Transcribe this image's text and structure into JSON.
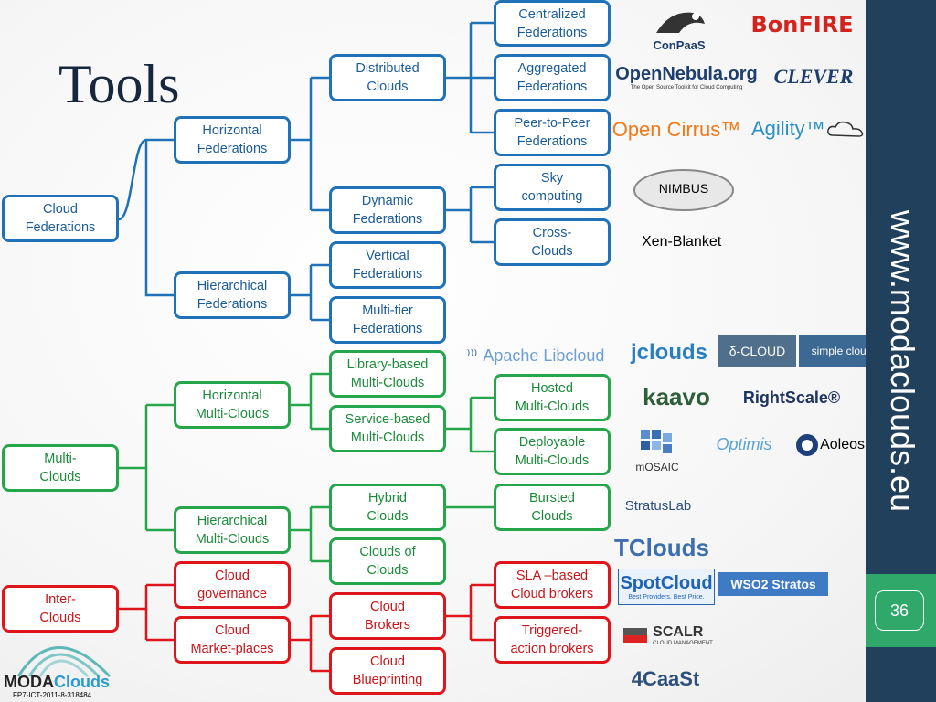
{
  "title": "Tools",
  "sidebar_url": "www.modaclouds.eu",
  "page_number": "36",
  "footer_project": "FP7-ICT-2011-8-318484",
  "footer_logo": {
    "moda": "MODA",
    "clouds": "Clouds"
  },
  "colors": {
    "blue": "#1f72b8",
    "green": "#25a64a",
    "red": "#e0151b",
    "sidebar": "#21405c",
    "page_box": "#2fa869"
  },
  "nodes": {
    "cloud_federations": "Cloud\nFederations",
    "horizontal_federations": "Horizontal\nFederations",
    "hierarchical_federations": "Hierarchical\nFederations",
    "distributed_clouds": "Distributed\nClouds",
    "dynamic_federations": "Dynamic\nFederations",
    "vertical_federations": "Vertical\nFederations",
    "multitier_federations": "Multi-tier\nFederations",
    "centralized_federations": "Centralized\nFederations",
    "aggregated_federations": "Aggregated\nFederations",
    "p2p_federations": "Peer-to-Peer\nFederations",
    "sky_computing": "Sky\ncomputing",
    "cross_clouds": "Cross-\nClouds",
    "multi_clouds": "Multi-\nClouds",
    "horizontal_multiclouds": "Horizontal\nMulti-Clouds",
    "hierarchical_multiclouds": "Hierarchical\nMulti-Clouds",
    "library_multiclouds": "Library-based\nMulti-Clouds",
    "service_multiclouds": "Service-based\nMulti-Clouds",
    "hybrid_clouds": "Hybrid\nClouds",
    "clouds_of_clouds": "Clouds of\nClouds",
    "hosted_multiclouds": "Hosted\nMulti-Clouds",
    "deployable_multiclouds": "Deployable\nMulti-Clouds",
    "bursted_clouds": "Bursted\nClouds",
    "inter_clouds": "Inter-\nClouds",
    "cloud_governance": "Cloud\ngovernance",
    "cloud_marketplaces": "Cloud\nMarket-places",
    "cloud_brokers": "Cloud\nBrokers",
    "cloud_blueprinting": "Cloud\nBlueprinting",
    "sla_brokers": "SLA –based\nCloud brokers",
    "triggered_brokers": "Triggered-\naction brokers"
  },
  "tools": {
    "conpaas": "ConPaaS",
    "bonfire": "BonFIRE",
    "opennebula": "OpenNebula.org",
    "opennebula_tagline": "The Open Source Toolkit for Cloud Computing",
    "clever": "CLEVER",
    "open_cirrus": "Open Cirrus™",
    "agility": "Agility™",
    "nimbus": "NIMBUS",
    "xen_blanket": "Xen-Blanket",
    "apache_libcloud": "Apache Libcloud",
    "jclouds": "jclouds",
    "delta_cloud": "δ-CLOUD",
    "simple_cloud": "simple cloud",
    "kaavo": "kaavo",
    "rightscale": "RightScale®",
    "mosaic": "mOSAIC",
    "optimis": "Optimis",
    "aoleos": "Aoleos",
    "stratuslab": "StratusLab",
    "tclouds": "TClouds",
    "spotcloud": "SpotCloud",
    "spotcloud_tagline": "Best Providers. Best Price.",
    "wso2": "WSO2 Stratos",
    "scalr": "SCALR",
    "scalr_tagline": "CLOUD MANAGEMENT",
    "fourcaast": "4CaaSt"
  }
}
